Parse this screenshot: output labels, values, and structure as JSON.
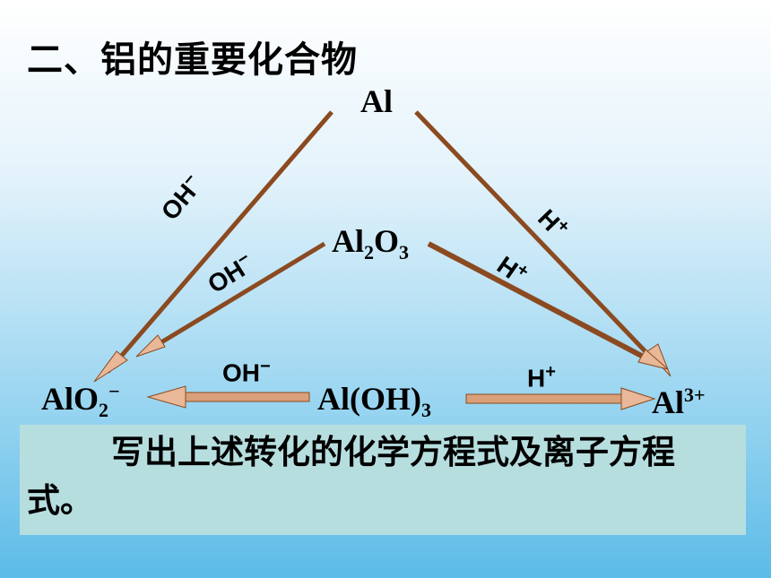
{
  "title": "二、铝的重要化合物",
  "species": {
    "al": {
      "base": "Al",
      "sub": "",
      "sup": ""
    },
    "al2o3": {
      "part1": "Al",
      "sub1": "2",
      "part2": "O",
      "sub2": "3"
    },
    "alo2": {
      "base": "AlO",
      "sub": "2",
      "sup": "−"
    },
    "aloh3": {
      "base": "Al(OH)",
      "sub": "3"
    },
    "al3": {
      "base": "Al",
      "sup": "3+"
    }
  },
  "reagents": {
    "oh_outer": {
      "base": "OH",
      "sup": "−"
    },
    "oh_inner": {
      "base": "OH",
      "sup": "−"
    },
    "oh_bottom": {
      "base": "OH",
      "sup": "−"
    },
    "h_outer": {
      "base": "H",
      "sup": "+"
    },
    "h_inner": {
      "base": "H",
      "sup": "+"
    },
    "h_bottom": {
      "base": "H",
      "sup": "+"
    }
  },
  "task": "写出上述转化的化学方程式及离子方程式。",
  "colors": {
    "arrow_dark": "#8b4a20",
    "arrow_light": "#e8b898",
    "task_box": "#b7dedf"
  }
}
